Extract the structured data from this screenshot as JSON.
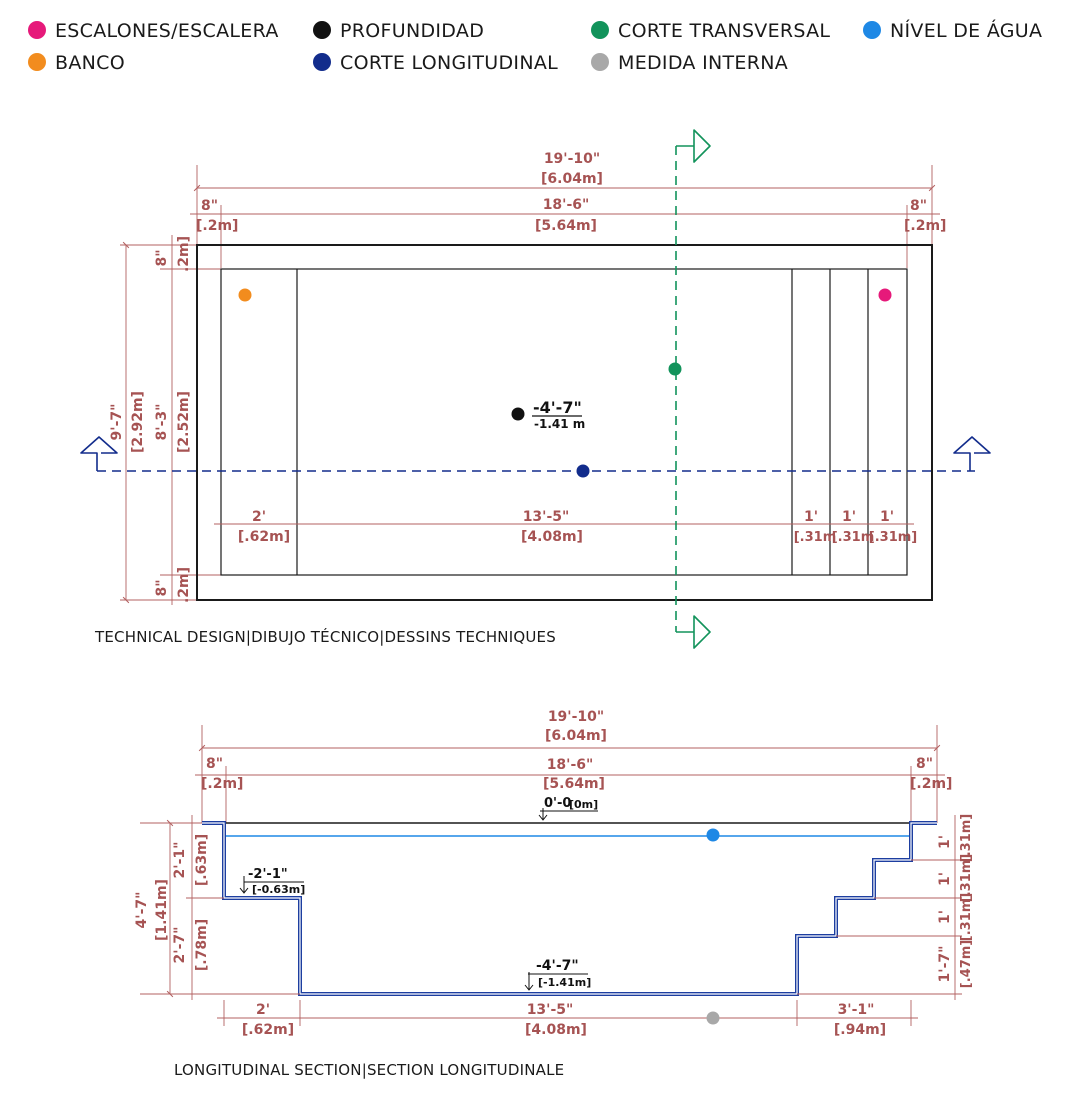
{
  "legend": {
    "steps": "ESCALONES/ESCALERA",
    "depth": "PROFUNDIDAD",
    "cross_section": "CORTE TRANSVERSAL",
    "water_level": "NÍVEL DE ÁGUA",
    "bench": "BANCO",
    "long_section": "CORTE LONGITUDINAL",
    "internal_measure": "MEDIDA INTERNA"
  },
  "colors": {
    "steps": "#e6197a",
    "depth": "#111111",
    "cross_section": "#12935b",
    "water_level": "#1e88e5",
    "bench": "#f28c1e",
    "long_section": "#122c8c",
    "internal_measure": "#a8a8a8",
    "dimension": "#a65353"
  },
  "plan": {
    "caption": "TECHNICAL DESIGN|DIBUJO TÉCNICO|DESSINS TECHNIQUES",
    "overall_length_ft": "19'-10\"",
    "overall_length_m": "[6.04m]",
    "inner_length_ft": "18'-6\"",
    "inner_length_m": "[5.64m]",
    "left_wall_ft": "8\"",
    "left_wall_m": "[.2m]",
    "right_wall_ft": "8\"",
    "right_wall_m": "[.2m]",
    "overall_width_ft": "9'-7\"",
    "overall_width_m": "[2.92m]",
    "inner_width_ft": "8'-3\"",
    "inner_width_m": "[2.52m]",
    "top_wall_ft": "8\"",
    "top_wall_m": ".2m]",
    "bottom_wall_ft": "8\"",
    "bottom_wall_m": ".2m]",
    "bench_ft": "2'",
    "bench_m": "[.62m]",
    "main_ft": "13'-5\"",
    "main_m": "[4.08m]",
    "step1_ft": "1'",
    "step1_m": "[.31m",
    "step2_ft": "1'",
    "step2_m": "[.31m",
    "step3_ft": "1'",
    "step3_m": "[.31m]",
    "depth_ft": "-4'-7\"",
    "depth_m": "-1.41 m"
  },
  "section": {
    "caption": "LONGITUDINAL SECTION|SECTION LONGITUDINALE",
    "overall_length_ft": "19'-10\"",
    "overall_length_m": "[6.04m]",
    "inner_length_ft": "18'-6\"",
    "inner_length_m": "[5.64m]",
    "left_wall_ft": "8\"",
    "left_wall_m": "[.2m]",
    "right_wall_ft": "8\"",
    "right_wall_m": "[.2m]",
    "zero_level": "0'-0",
    "zero_level_m": "[0m]",
    "bench_level_ft": "-2'-1\"",
    "bench_level_m": "[-0.63m]",
    "floor_level_ft": "-4'-7\"",
    "floor_level_m": "[-1.41m]",
    "total_depth_ft": "4'-7\"",
    "total_depth_m": "[1.41m]",
    "bench_depth_ft": "2'-1\"",
    "bench_depth_m": "[.63m]",
    "lower_depth_ft": "2'-7\"",
    "lower_depth_m": "[.78m]",
    "bench_len_ft": "2'",
    "bench_len_m": "[.62m]",
    "main_len_ft": "13'-5\"",
    "main_len_m": "[4.08m]",
    "stairs_len_ft": "3'-1\"",
    "stairs_len_m": "[.94m]",
    "riser1_ft": "1'",
    "riser1_m": "[.31m]",
    "riser2_ft": "1'",
    "riser2_m": "[.31m]",
    "riser3_ft": "1'",
    "riser3_m": "[.31m]",
    "riser4_ft": "1'-7\"",
    "riser4_m": "[.47m]"
  }
}
